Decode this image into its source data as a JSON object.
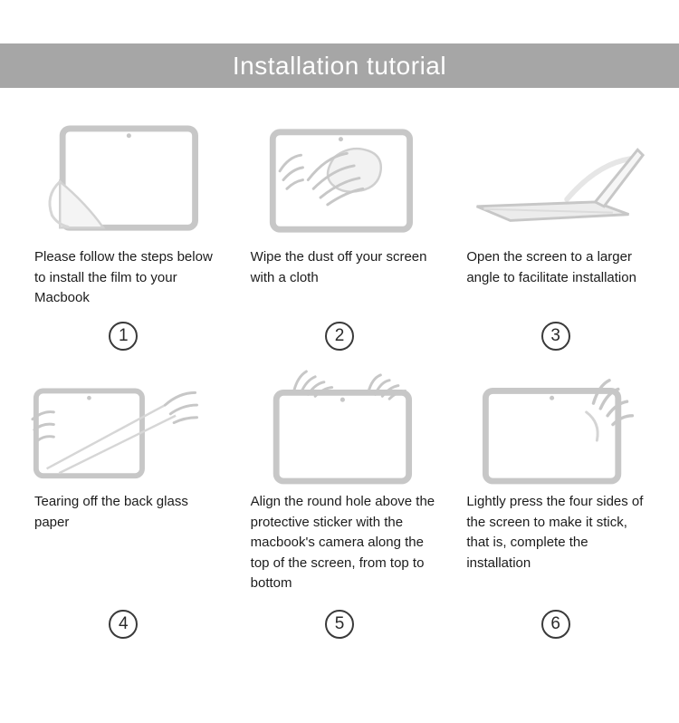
{
  "header": {
    "title": "Installation tutorial"
  },
  "colors": {
    "banner_gray": "#a6a6a6",
    "illustration_gray": "#c7c7c7",
    "text_dark": "#1c1c1c"
  },
  "steps": [
    {
      "number": "1",
      "illustration": "screen-film-peel",
      "caption": "Please follow the steps below to install the film to your Macbook"
    },
    {
      "number": "2",
      "illustration": "hands-wiping-cloth",
      "caption": "Wipe the dust off your screen with a cloth"
    },
    {
      "number": "3",
      "illustration": "laptop-opened-wide",
      "caption": "Open the screen to a larger angle to facilitate installation"
    },
    {
      "number": "4",
      "illustration": "tearing-back-paper",
      "caption": "Tearing off the back glass paper"
    },
    {
      "number": "5",
      "illustration": "aligning-film-top",
      "caption": "Align the round hole above the protective sticker with the macbook's camera along the top of the screen, from top to bottom"
    },
    {
      "number": "6",
      "illustration": "pressing-four-sides",
      "caption": "Lightly press the four sides of the screen to make it stick, that is, complete the installation"
    }
  ]
}
